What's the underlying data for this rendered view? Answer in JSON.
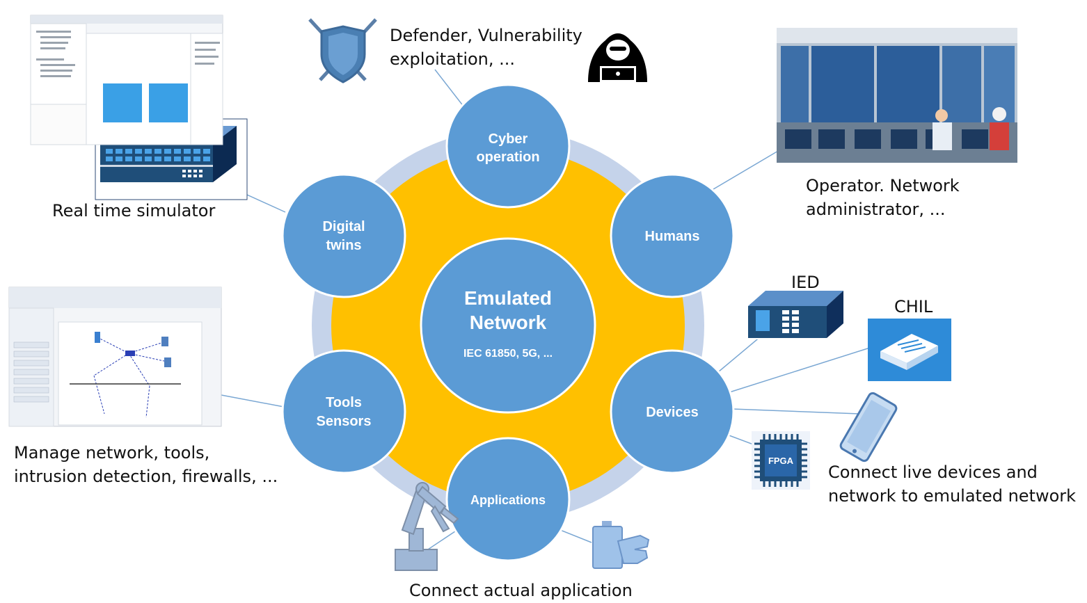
{
  "center": {
    "title_line1": "Emulated",
    "title_line2": "Network",
    "subtitle": "IEC 61850, 5G, ..."
  },
  "nodes": {
    "cyber": {
      "line1": "Cyber",
      "line2": "operation"
    },
    "humans": {
      "line1": "Humans"
    },
    "devices": {
      "line1": "Devices"
    },
    "applications": {
      "line1": "Applications"
    },
    "tools": {
      "line1": "Tools",
      "line2": "Sensors"
    },
    "digital": {
      "line1": "Digital",
      "line2": "twins"
    }
  },
  "labels": {
    "defender_line1": "Defender, Vulnerability",
    "defender_line2": "exploitation, ...",
    "operator_line1": "Operator. Network",
    "operator_line2": "administrator, ...",
    "ied": "IED",
    "chil": "CHIL",
    "fpga": "FPGA",
    "connect_live_line1": "Connect live devices and",
    "connect_live_line2": "network to emulated network",
    "connect_app": "Connect actual application",
    "manage_line1": "Manage network, tools,",
    "manage_line2": "intrusion detection, firewalls, ...",
    "real_time_sim": "Real time simulator"
  },
  "colors": {
    "node_blue": "#5b9bd5",
    "ring_gold": "#ffc000",
    "outer_ring": "#c5d3ea",
    "icon_navy": "#1f4e79",
    "chil_bg": "#2e8bd8",
    "line": "#7aa7d3"
  },
  "icons": [
    "shield-swords-icon",
    "hacker-icon",
    "ied-device-icon",
    "chil-device-icon",
    "phone-icon",
    "fpga-chip-icon",
    "robot-arm-icon",
    "battery-hand-icon",
    "real-time-simulator-icon"
  ]
}
